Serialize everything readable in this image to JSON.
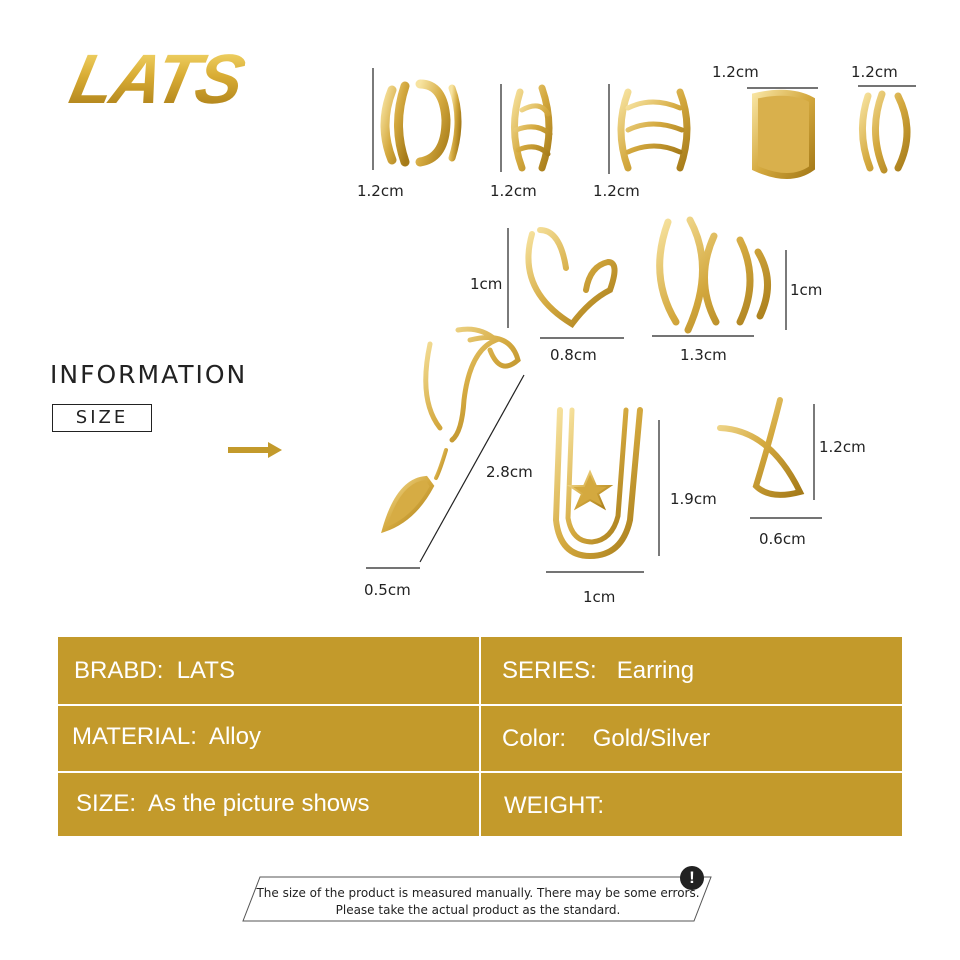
{
  "brand": {
    "logo_text": "LATS"
  },
  "info": {
    "heading": "INFORMATION",
    "size_tag": "SIZE"
  },
  "dimensions": {
    "item1_height": "1.2cm",
    "item2_height": "1.2cm",
    "item3_height": "1.2cm",
    "item4_width": "1.2cm",
    "item5_width": "1.2cm",
    "item6_height": "1cm",
    "item6_width": "0.8cm",
    "item7_height": "1cm",
    "item7_width": "1.3cm",
    "item8_length": "2.8cm",
    "item8_width": "0.5cm",
    "item9_height": "1.9cm",
    "item9_width": "1cm",
    "item10_height": "1.2cm",
    "item10_width": "0.6cm"
  },
  "specs": {
    "brand_label": "BRABD:",
    "brand_value": "LATS",
    "series_label": "SERIES:",
    "series_value": "Earring",
    "material_label": "MATERIAL:",
    "material_value": "Alloy",
    "color_label": "Color:",
    "color_value": "Gold/Silver",
    "size_label": "SIZE:",
    "size_value": "As the picture shows",
    "weight_label": "WEIGHT:",
    "weight_value": ""
  },
  "note": {
    "line1": "The size of the product is measured manually. There may be some errors.",
    "line2": "Please take the actual product as the standard.",
    "icon": "exclamation-icon"
  },
  "colors": {
    "gold": "#c39a2b",
    "gold_light": "#f0d27a",
    "gold_dark": "#a87b16",
    "text": "#222222"
  }
}
